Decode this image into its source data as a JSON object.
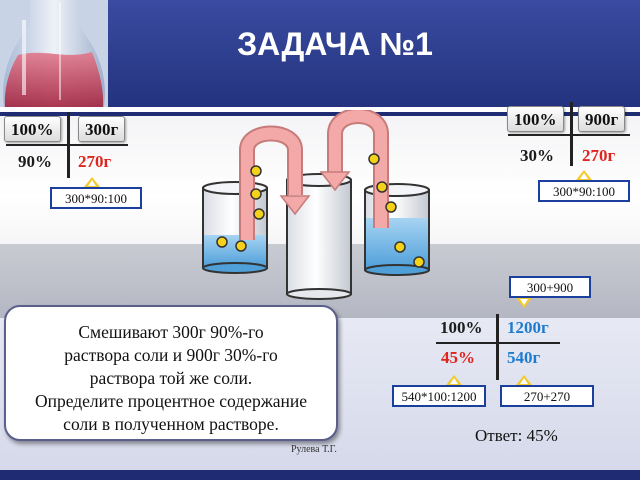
{
  "title": "ЗАДАЧА №1",
  "left_box": {
    "percent_total": "100%",
    "mass": "300г",
    "percent": "90%",
    "salt_mass": "270г",
    "calc": "300*90:100"
  },
  "right_box": {
    "percent_total": "100%",
    "mass": "900г",
    "percent": "30%",
    "salt_mass": "270г",
    "calc": "300*90:100"
  },
  "sum_box": {
    "mass_calc": "300+900",
    "percent_total": "100%",
    "total_mass": "1200г",
    "result_percent": "45%",
    "total_salt": "540г",
    "percent_calc": "540*100:1200",
    "salt_calc": "270+270"
  },
  "problem_text": [
    "Смешивают 300г 90%-го",
    "раствора соли и 900г 30%-го",
    "раствора той же соли.",
    "Определите процентное содержание",
    "соли в полученном растворе."
  ],
  "answer": "Ответ: 45%",
  "author": "Рулева Т.Г.",
  "colors": {
    "band": "#2b3a8a",
    "red": "#e0241e",
    "blue": "#1e7ccf",
    "liquid": "#6ab3e6",
    "pipe": "#f4a9a9",
    "bubble": "#f5d21a"
  }
}
